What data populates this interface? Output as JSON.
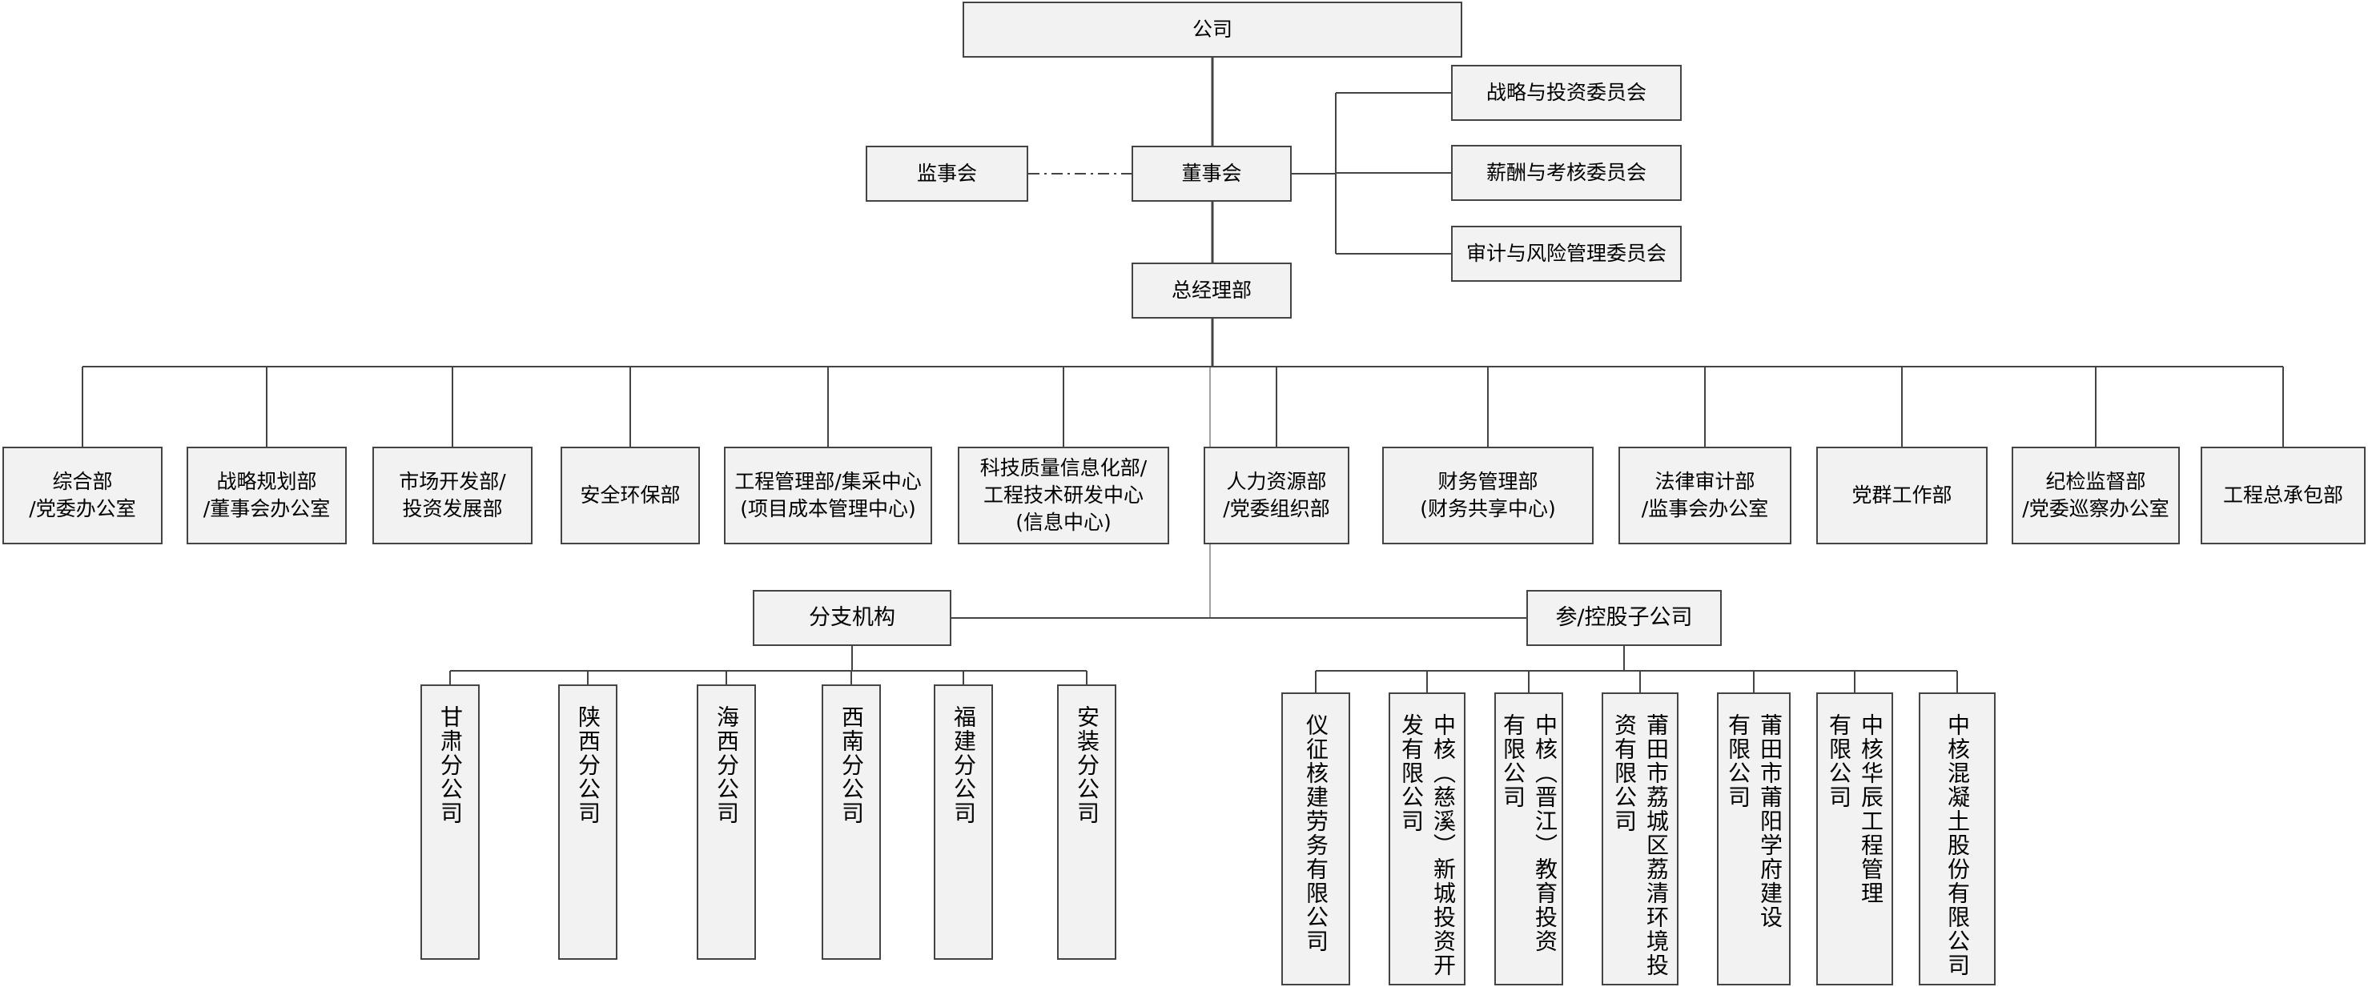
{
  "colors": {
    "box_fill": "#f2f2f2",
    "line": "#444444"
  },
  "top": {
    "company": "公司",
    "board": "董事会",
    "supervisors": "监事会",
    "gm": "总经理部"
  },
  "committees": [
    "战略与投资委员会",
    "薪酬与考核委员会",
    "审计与风险管理委员会"
  ],
  "departments": [
    "综合部\n/党委办公室",
    "战略规划部\n/董事会办公室",
    "市场开发部/\n投资发展部",
    "安全环保部",
    "工程管理部/集采中心\n(项目成本管理中心)",
    "科技质量信息化部/\n工程技术研发中心\n(信息中心)",
    "人力资源部\n/党委组织部",
    "财务管理部\n(财务共享中心)",
    "法律审计部\n/监事会办公室",
    "党群工作部",
    "纪检监督部\n/党委巡察办公室",
    "工程总承包部"
  ],
  "branch_header": "分支机构",
  "branches": [
    "甘肃分公司",
    "陕西分公司",
    "海西分公司",
    "西南分公司",
    "福建分公司",
    "安装分公司"
  ],
  "subsidiary_header": "参/控股子公司",
  "subsidiaries": [
    [
      "仪征核建劳务有限公司"
    ],
    [
      "中核（慈溪）新城投资开",
      "发有限公司"
    ],
    [
      "中核（晋江）教育投资",
      "有限公司"
    ],
    [
      "莆田市荔城区荔清环境投",
      "资有限公司"
    ],
    [
      "莆田市莆阳学府建设",
      "有限公司"
    ],
    [
      "中核华辰工程管理",
      "有限公司"
    ],
    [
      "中核混凝土股份有限公司"
    ]
  ]
}
